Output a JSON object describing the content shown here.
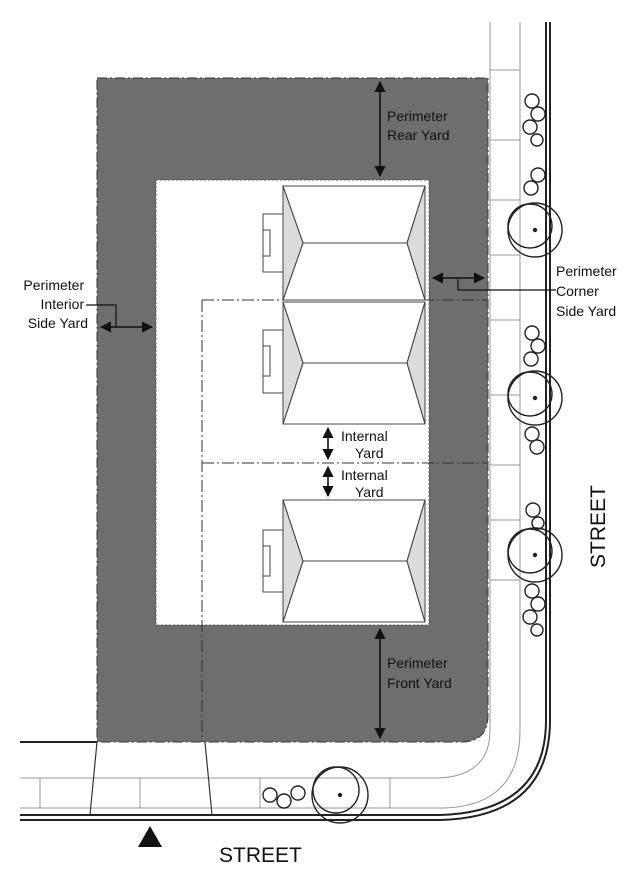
{
  "labels": {
    "rear_yard": [
      "Perimeter",
      "Rear Yard"
    ],
    "interior_side_yard": [
      "Perimeter",
      "Interior",
      "Side Yard"
    ],
    "corner_side_yard": [
      "Perimeter",
      "Corner",
      "Side Yard"
    ],
    "internal_yard_upper": [
      "Internal",
      "Yard"
    ],
    "internal_yard_lower": [
      "Internal",
      "Yard"
    ],
    "front_yard": [
      "Perimeter",
      "Front Yard"
    ],
    "street_right": "STREET",
    "street_bottom": "STREET"
  },
  "colors": {
    "yard_fill": "#6e6e6e",
    "line": "#222222",
    "background": "#ffffff"
  },
  "icons": {
    "north": "north-arrow-icon"
  }
}
